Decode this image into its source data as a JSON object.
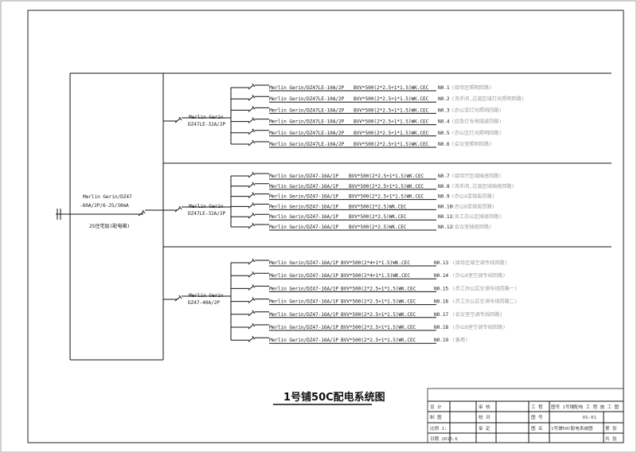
{
  "title": "1号铺50C配电系统图",
  "main_breaker": {
    "line1": "Merlin Gerin/DZ47",
    "line2": "-60A/2P/6-25/30mA",
    "source": "2S住宅层(配电箱)"
  },
  "groups": [
    {
      "breaker": "Merlin Gerin",
      "breaker2": "DZ47LE-32A/2P",
      "circuits": [
        {
          "breaker": "Merlin Gerin/DZ47LE-10A/2P",
          "cable": "BVV*500(2*2.5+1*1.5)WK.CEC",
          "no": "N0.1",
          "desc": "(接待区照明回路)"
        },
        {
          "breaker": "Merlin Gerin/DZ47LE-10A/2P",
          "cable": "BVV*500(2*2.5+1*1.5)WK.CEC",
          "no": "N0.2",
          "desc": "(洗手间,过道区域灯光照明回路)"
        },
        {
          "breaker": "Merlin Gerin/DZ47LE-10A/2P",
          "cable": "BVV*500(2*2.5+1*1.5)WK.CEC",
          "no": "N0.3",
          "desc": "(办公室灯光照明回路)"
        },
        {
          "breaker": "Merlin Gerin/DZ47LE-10A/2P",
          "cable": "BVV*500(2*2.5+1*1.5)WK.CEC",
          "no": "N0.4",
          "desc": "(应急灯专用插座回路)"
        },
        {
          "breaker": "Merlin Gerin/DZ47LE-10A/2P",
          "cable": "BVV*500(2*2.5+1*1.5)WK.CEC",
          "no": "N0.5",
          "desc": "(办公区灯光照明回路)"
        },
        {
          "breaker": "Merlin Gerin/DZ47LE-10A/2P",
          "cable": "BVV*500(2*2.5+1*1.5)WK.CEC",
          "no": "N0.6",
          "desc": "(会议室照明回路)"
        }
      ]
    },
    {
      "breaker": "Merlin Gerin",
      "breaker2": "DZ47LE-32A/2P",
      "circuits": [
        {
          "breaker": "Merlin Gerin/DZ47-16A/1P",
          "cable": "BVV*500(2*2.5+1*1.5)WK.CEC",
          "no": "N0.7",
          "desc": "(接待厅区域插座回路)"
        },
        {
          "breaker": "Merlin Gerin/DZ47-16A/1P",
          "cable": "BVV*500(2*2.5+1*1.5)WK.CEC",
          "no": "N0.8",
          "desc": "(洗手间,过道区域插座回路)"
        },
        {
          "breaker": "Merlin Gerin/DZ47-16A/1P",
          "cable": "BVV*500(2*2.5+1*1.5)WK.CEC",
          "no": "N0.9",
          "desc": "(办公A室插座回路)"
        },
        {
          "breaker": "Merlin Gerin/DZ47-16A/1P",
          "cable": "BVV*500(2*2.5)WK.CEC",
          "no": "N0.10",
          "desc": "(办公B室插座回路)"
        },
        {
          "breaker": "Merlin Gerin/DZ47-16A/1P",
          "cable": "BVV*500(2*2.5)WK.CEC",
          "no": "N0.11",
          "desc": "(员工办公区插座回路)"
        },
        {
          "breaker": "Merlin Gerin/DZ47-16A/1P",
          "cable": "BVV*500(2*2.5)WK.CEC",
          "no": "N0.12",
          "desc": "(会议室插座回路)"
        }
      ]
    },
    {
      "breaker": "Merlin Gerin",
      "breaker2": "DZ47-40A/2P",
      "circuits": [
        {
          "breaker": "Merlin Gerin/DZ47-16A/1P",
          "cable": "BVV*500(2*4+1*1.5)WK.CEC",
          "no": "N0.13",
          "desc": "(接待区域空调专线回路)"
        },
        {
          "breaker": "Merlin Gerin/DZ47-16A/1P",
          "cable": "BVV*500(2*4+1*1.5)WK.CEC",
          "no": "N0.14",
          "desc": "(办公A室空调专线回路)"
        },
        {
          "breaker": "Merlin Gerin/DZ47-16A/1P",
          "cable": "BVV*500(2*2.5+1*1.5)WK.CEC",
          "no": "N0.15",
          "desc": "(员工办公区空调专线回路一)"
        },
        {
          "breaker": "Merlin Gerin/DZ47-16A/1P",
          "cable": "BVV*500(2*2.5+1*1.5)WK.CEC",
          "no": "N0.16",
          "desc": "(员工办公区空调专线回路二)"
        },
        {
          "breaker": "Merlin Gerin/DZ47-16A/1P",
          "cable": "BVV*500(2*2.5+1*1.5)WK.CEC",
          "no": "N0.17",
          "desc": "(会议室空调专线回路)"
        },
        {
          "breaker": "Merlin Gerin/DZ47-16A/1P",
          "cable": "BVV*500(2*2.5+1*1.5)WK.CEC",
          "no": "N0.18",
          "desc": "(办公B室空调专线回路)"
        },
        {
          "breaker": "Merlin Gerin/DZ47-16A/1P",
          "cable": "BVV*500(2*2.5+1*1.5)WK.CEC",
          "no": "N0.19",
          "desc": "(备用)"
        }
      ]
    }
  ],
  "title_block": {
    "drawing_name": "1号铺50C配电系统图",
    "row1": [
      "设 计",
      "",
      "审 核",
      "",
      "工 程",
      "图号 1号铺配电 工 程 施 工 图"
    ],
    "row2": [
      "制 图",
      "",
      "校 对",
      "",
      "图 号",
      "DS-01"
    ],
    "row3": [
      "比例 1:",
      "",
      "审 定",
      "",
      "图 名",
      "第 张"
    ],
    "row4": [
      "日期 2013.6",
      "",
      "",
      "",
      "",
      "共 张"
    ]
  }
}
